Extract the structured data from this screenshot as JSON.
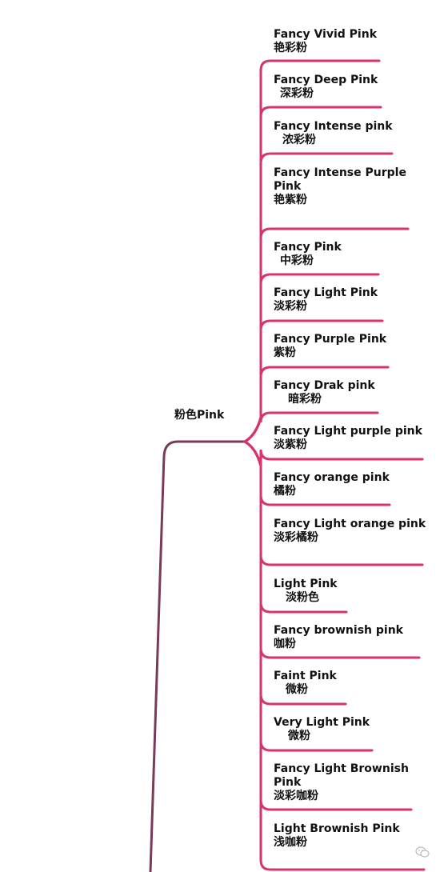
{
  "root": {
    "label": "粉色Pink"
  },
  "leaves": [
    {
      "en": "Fancy Vivid Pink",
      "zh": "艳彩粉"
    },
    {
      "en": "Fancy Deep Pink",
      "zh": "深彩粉"
    },
    {
      "en": "Fancy Intense pink",
      "zh": "浓彩粉"
    },
    {
      "en": "Fancy Intense Purple Pink",
      "zh": "艳紫粉"
    },
    {
      "en": "Fancy Pink",
      "zh": "中彩粉"
    },
    {
      "en": "Fancy Light Pink",
      "zh": "淡彩粉"
    },
    {
      "en": "Fancy Purple Pink",
      "zh": "紫粉"
    },
    {
      "en": "Fancy Drak pink",
      "zh": "暗彩粉"
    },
    {
      "en": "Fancy Light purple pink",
      "zh": "淡紫粉"
    },
    {
      "en": "Fancy orange pink",
      "zh": "橘粉"
    },
    {
      "en": "Fancy Light orange pink",
      "zh": "淡彩橘粉"
    },
    {
      "en": "Light Pink",
      "zh": "淡粉色"
    },
    {
      "en": "Fancy brownish pink",
      "zh": "咖粉"
    },
    {
      "en": "Faint Pink",
      "zh": "微粉"
    },
    {
      "en": "Very Light Pink",
      "zh": "微粉"
    },
    {
      "en": "Fancy Light Brownish Pink",
      "zh": "淡彩咖粉"
    },
    {
      "en": "Light Brownish Pink",
      "zh": "浅咖粉"
    }
  ],
  "colors": {
    "branch": "#d8336f",
    "trunk": "#7a3a59"
  },
  "icons": {
    "watermark": "wechat-watermark-icon"
  }
}
